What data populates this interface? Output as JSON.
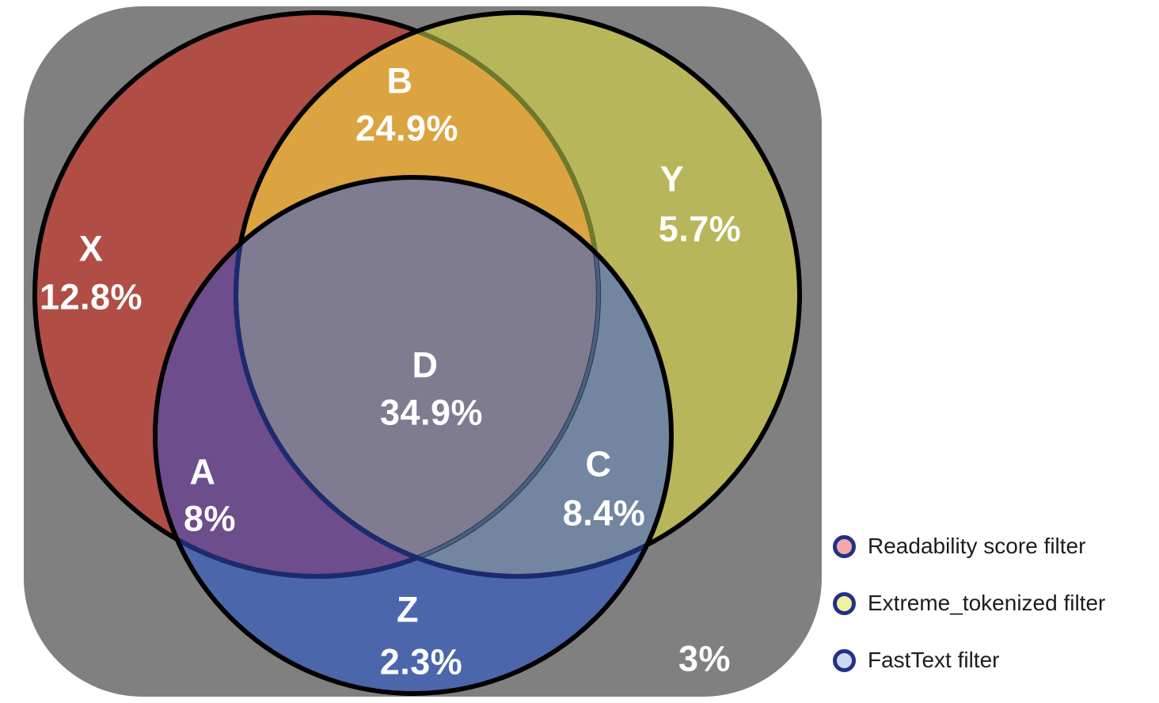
{
  "chart_data": {
    "type": "venn",
    "title": "",
    "sets": [
      {
        "key": "readability",
        "label": "Readability score filter"
      },
      {
        "key": "extreme_tokenized",
        "label": "Extreme_tokenized filter"
      },
      {
        "key": "fasttext",
        "label": "FastText filter"
      }
    ],
    "regions": [
      {
        "label": "X",
        "value": "12.8%",
        "sets": [
          "readability"
        ]
      },
      {
        "label": "B",
        "value": "24.9%",
        "sets": [
          "readability",
          "extreme_tokenized"
        ]
      },
      {
        "label": "Y",
        "value": "5.7%",
        "sets": [
          "extreme_tokenized"
        ]
      },
      {
        "label": "A",
        "value": "8%",
        "sets": [
          "readability",
          "fasttext"
        ]
      },
      {
        "label": "D",
        "value": "34.9%",
        "sets": [
          "readability",
          "extreme_tokenized",
          "fasttext"
        ]
      },
      {
        "label": "C",
        "value": "8.4%",
        "sets": [
          "extreme_tokenized",
          "fasttext"
        ]
      },
      {
        "label": "Z",
        "value": "2.3%",
        "sets": [
          "fasttext"
        ]
      },
      {
        "label": "",
        "value": "3%",
        "sets": []
      }
    ],
    "legend": [
      {
        "label": "Readability score filter",
        "marker_fill": "#f2a9ac"
      },
      {
        "label": "Extreme_tokenized filter",
        "marker_fill": "#f1f1a2"
      },
      {
        "label": "FastText filter",
        "marker_fill": "#ccd9f3"
      }
    ],
    "legend_position": "right-bottom"
  },
  "colors": {
    "canvas_gray": "#808080",
    "red_only": "#b04e46",
    "olive_only": "#b8b65a",
    "blue_only": "#4c66ac",
    "overlap_red_olive": "#dba440",
    "overlap_red_blue": "#6d4d8c",
    "overlap_olive_blue": "#7386a1",
    "overlap_all": "#7f7b90",
    "edge_black": "#000000",
    "edge_olive_tint": "#6e7a2b",
    "edge_navy_tint": "#1c2b6e",
    "edge_steel_tint": "#4a6076",
    "label_text": "#ffffff",
    "legend_text": "#1c1c1c",
    "legend_marker_border": "#243085"
  }
}
